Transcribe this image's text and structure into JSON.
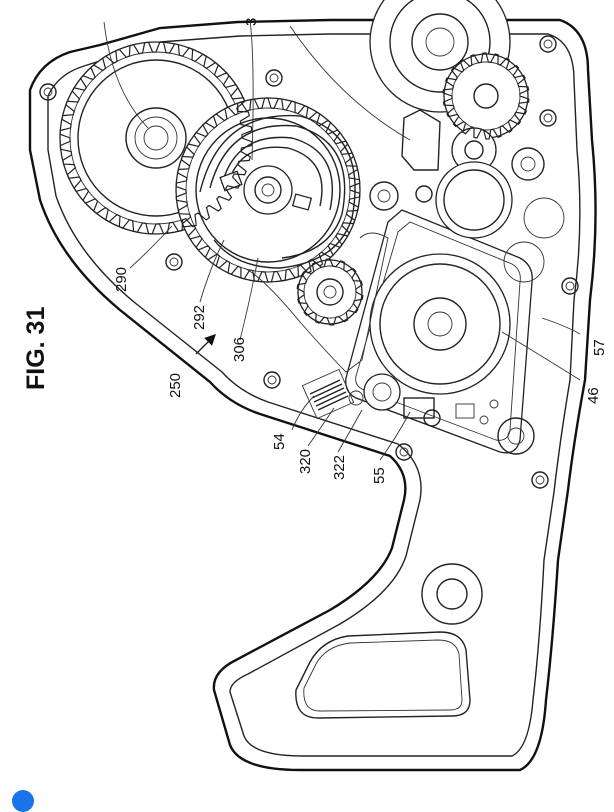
{
  "figure": {
    "title": "FIG. 31",
    "labels": {
      "l290": "290",
      "l292": "292",
      "l306": "306",
      "l250": "250",
      "l54": "54",
      "l320": "320",
      "l322": "322",
      "l55": "55",
      "l46": "46",
      "l57": "57",
      "l3": "3"
    }
  }
}
